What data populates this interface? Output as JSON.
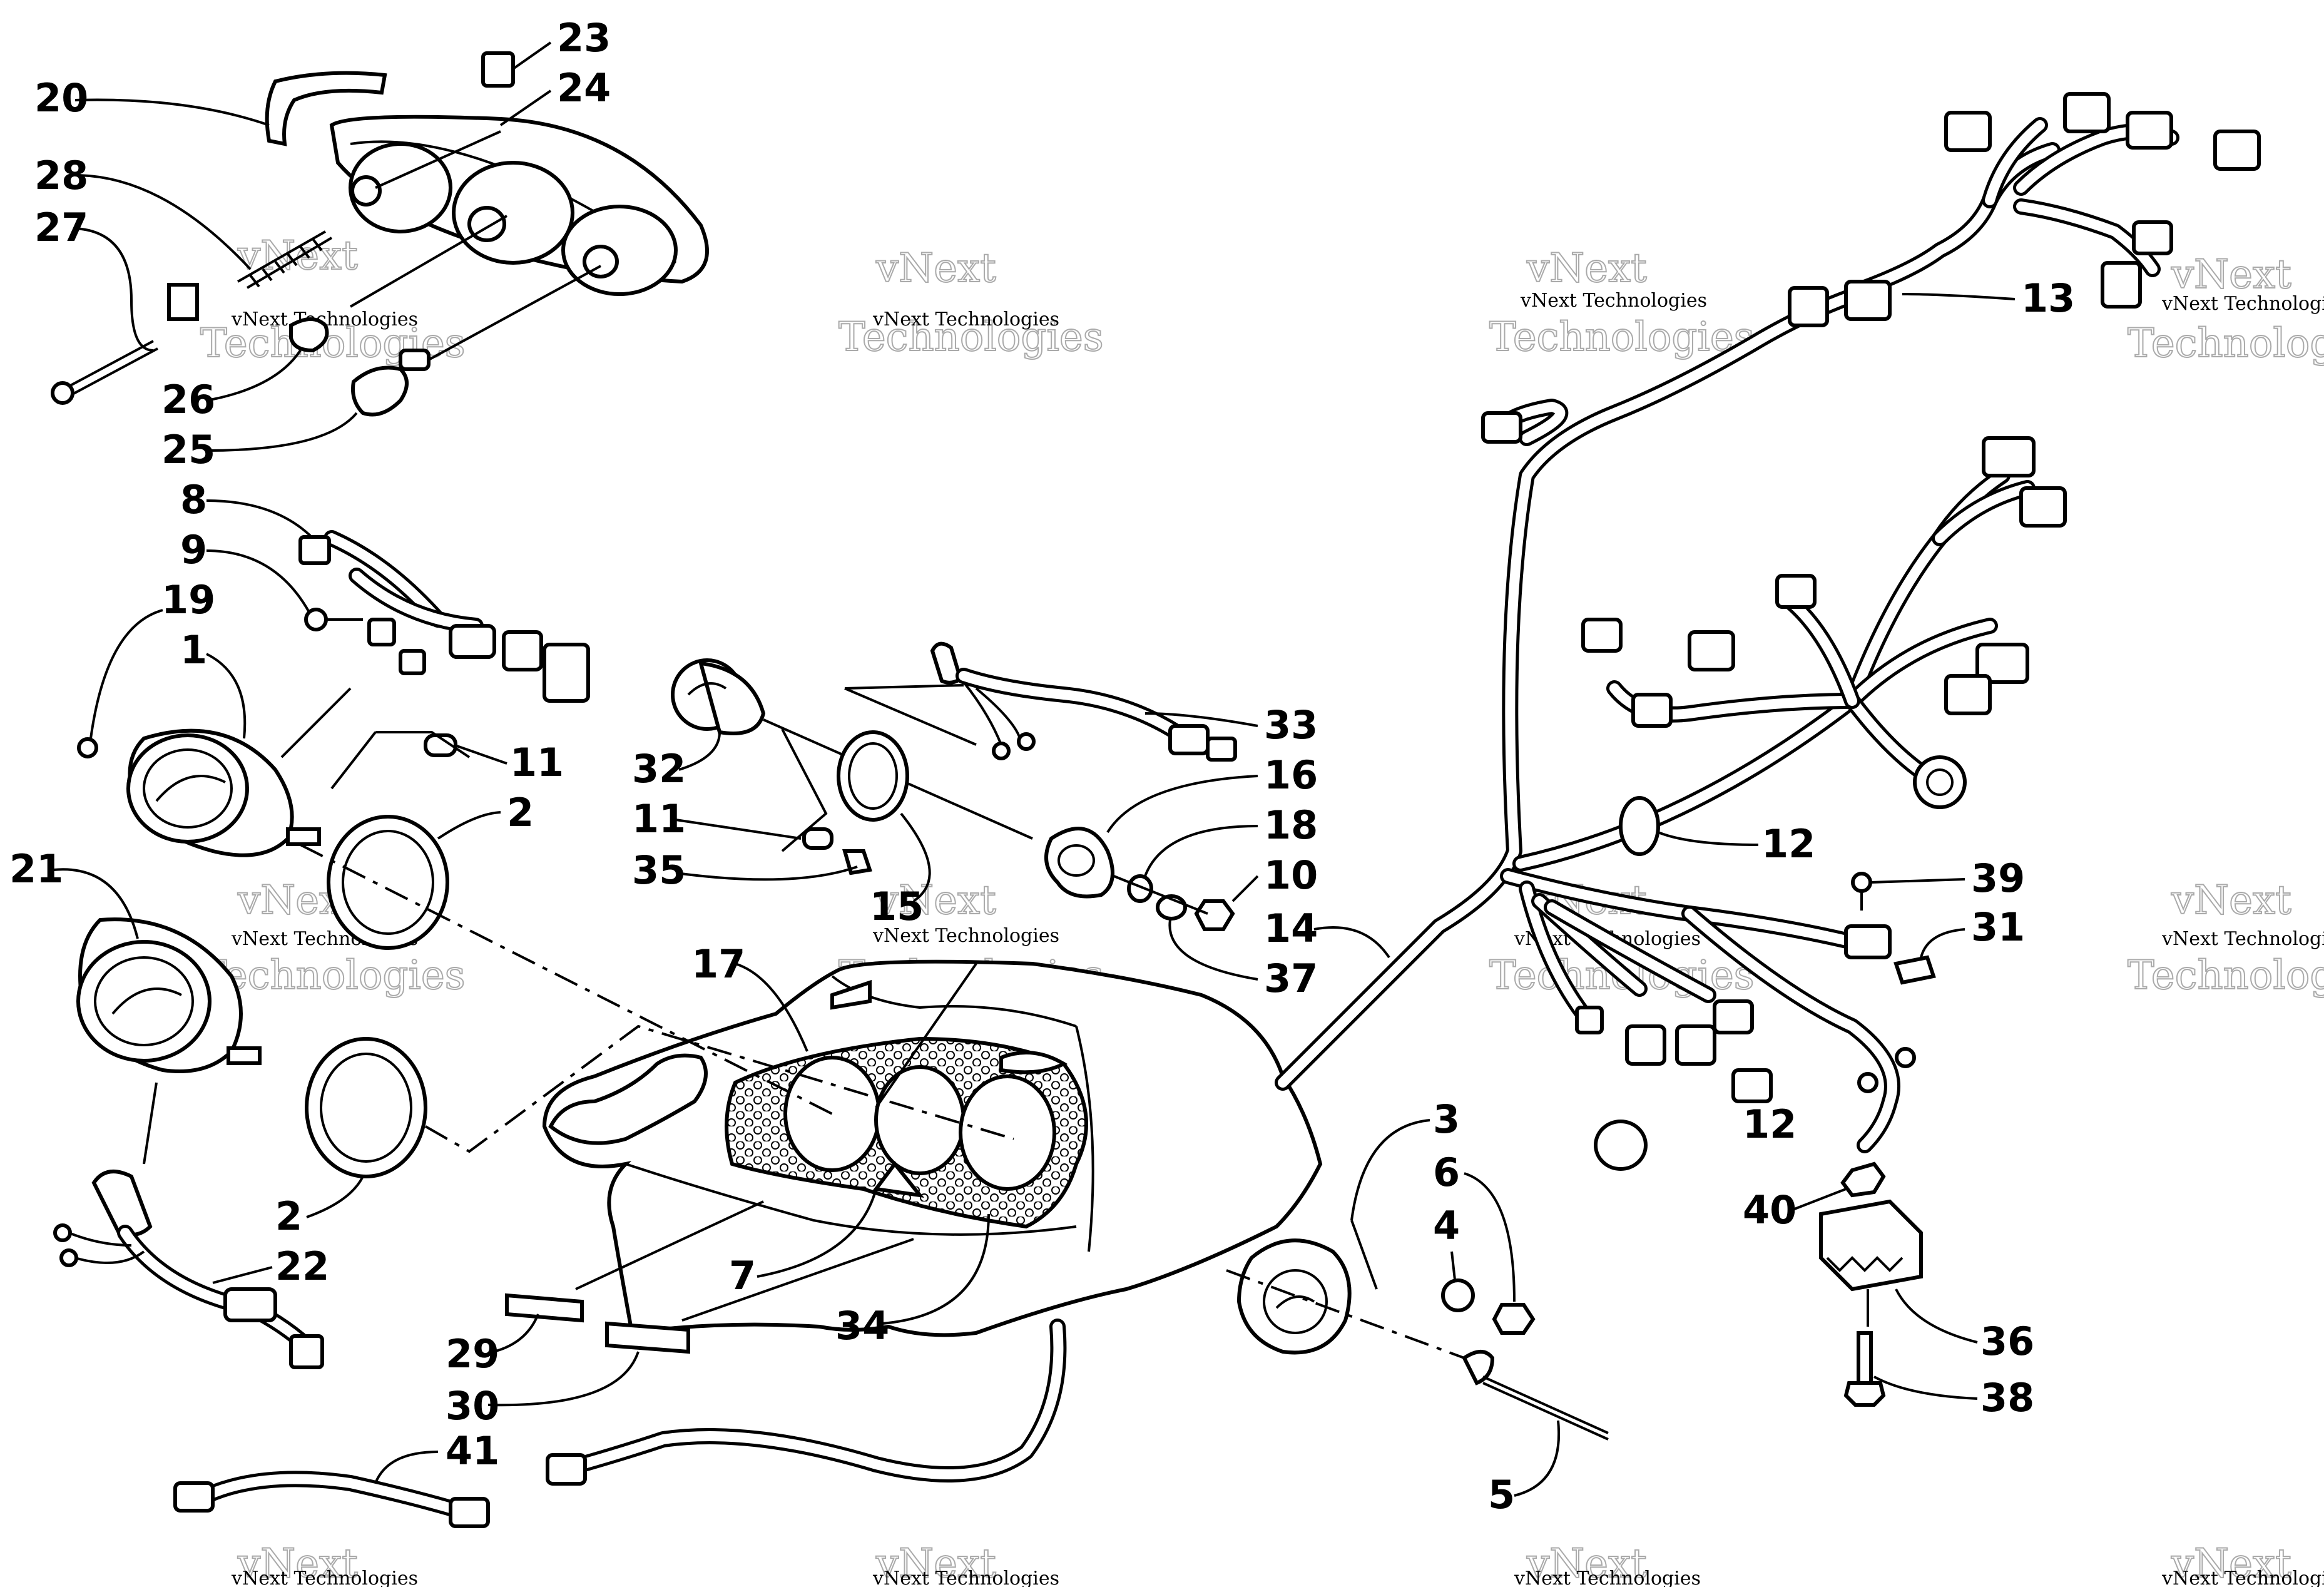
{
  "diagram": {
    "watermark": {
      "line1": "vNext",
      "line2": "Technologies",
      "small": "vNext Technologies"
    },
    "callouts": [
      {
        "id": "c20",
        "label": "20"
      },
      {
        "id": "c23",
        "label": "23"
      },
      {
        "id": "c24",
        "label": "24"
      },
      {
        "id": "c28",
        "label": "28"
      },
      {
        "id": "c27",
        "label": "27"
      },
      {
        "id": "c26",
        "label": "26"
      },
      {
        "id": "c25",
        "label": "25"
      },
      {
        "id": "c8",
        "label": "8"
      },
      {
        "id": "c9",
        "label": "9"
      },
      {
        "id": "c19",
        "label": "19"
      },
      {
        "id": "c1",
        "label": "1"
      },
      {
        "id": "c11a",
        "label": "11"
      },
      {
        "id": "c2a",
        "label": "2"
      },
      {
        "id": "c21",
        "label": "21"
      },
      {
        "id": "c2b",
        "label": "2"
      },
      {
        "id": "c22",
        "label": "22"
      },
      {
        "id": "c29",
        "label": "29"
      },
      {
        "id": "c30",
        "label": "30"
      },
      {
        "id": "c41",
        "label": "41"
      },
      {
        "id": "c17",
        "label": "17"
      },
      {
        "id": "c7",
        "label": "7"
      },
      {
        "id": "c34",
        "label": "34"
      },
      {
        "id": "c32",
        "label": "32"
      },
      {
        "id": "c11b",
        "label": "11"
      },
      {
        "id": "c35",
        "label": "35"
      },
      {
        "id": "c15",
        "label": "15"
      },
      {
        "id": "c33",
        "label": "33"
      },
      {
        "id": "c16",
        "label": "16"
      },
      {
        "id": "c18",
        "label": "18"
      },
      {
        "id": "c10",
        "label": "10"
      },
      {
        "id": "c37",
        "label": "37"
      },
      {
        "id": "c14",
        "label": "14"
      },
      {
        "id": "c3",
        "label": "3"
      },
      {
        "id": "c6",
        "label": "6"
      },
      {
        "id": "c4",
        "label": "4"
      },
      {
        "id": "c5",
        "label": "5"
      },
      {
        "id": "c13",
        "label": "13"
      },
      {
        "id": "c12a",
        "label": "12"
      },
      {
        "id": "c39",
        "label": "39"
      },
      {
        "id": "c31",
        "label": "31"
      },
      {
        "id": "c12b",
        "label": "12"
      },
      {
        "id": "c40",
        "label": "40"
      },
      {
        "id": "c36",
        "label": "36"
      },
      {
        "id": "c38",
        "label": "38"
      }
    ]
  }
}
